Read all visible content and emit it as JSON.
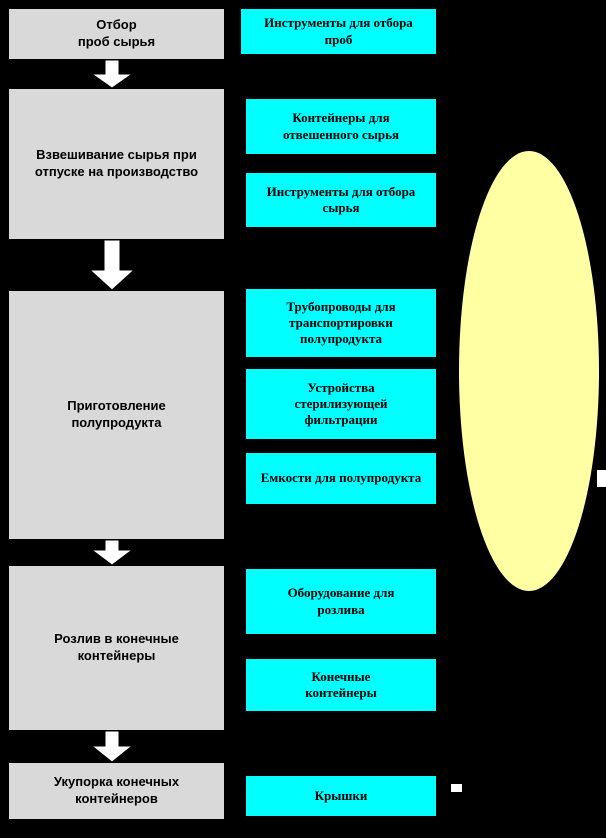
{
  "flowchart": {
    "steps": [
      {
        "label": "Отбор\nпроб сырья"
      },
      {
        "label": "Взвешивание сырья при\nотпуске на производство"
      },
      {
        "label": "Приготовление\nполупродукта"
      },
      {
        "label": "Розлив в конечные\nконтейнеры"
      },
      {
        "label": "Укупорка конечных\nконтейнеров"
      }
    ],
    "equipment": [
      {
        "label": "Инструменты для отбора\nпроб"
      },
      {
        "label": "Контейнеры для\nотвешенного сырья"
      },
      {
        "label": "Инструменты для отбора\nсырья"
      },
      {
        "label": "Трубопроводы для\nтранспортировки\nполупродукта"
      },
      {
        "label": "Устройства\nстерилизующей\nфильтрации"
      },
      {
        "label": "Емкости для полупродукта"
      },
      {
        "label": "Оборудование для\nрозлива"
      },
      {
        "label": "Конечные\nконтейнеры"
      },
      {
        "label": "Крышки"
      }
    ],
    "colors": {
      "background": "#000000",
      "step_fill": "#d9d9d9",
      "equipment_fill": "#00ffff",
      "ellipse_fill": "#ffffa3",
      "arrow_fill": "#ffffff"
    }
  }
}
